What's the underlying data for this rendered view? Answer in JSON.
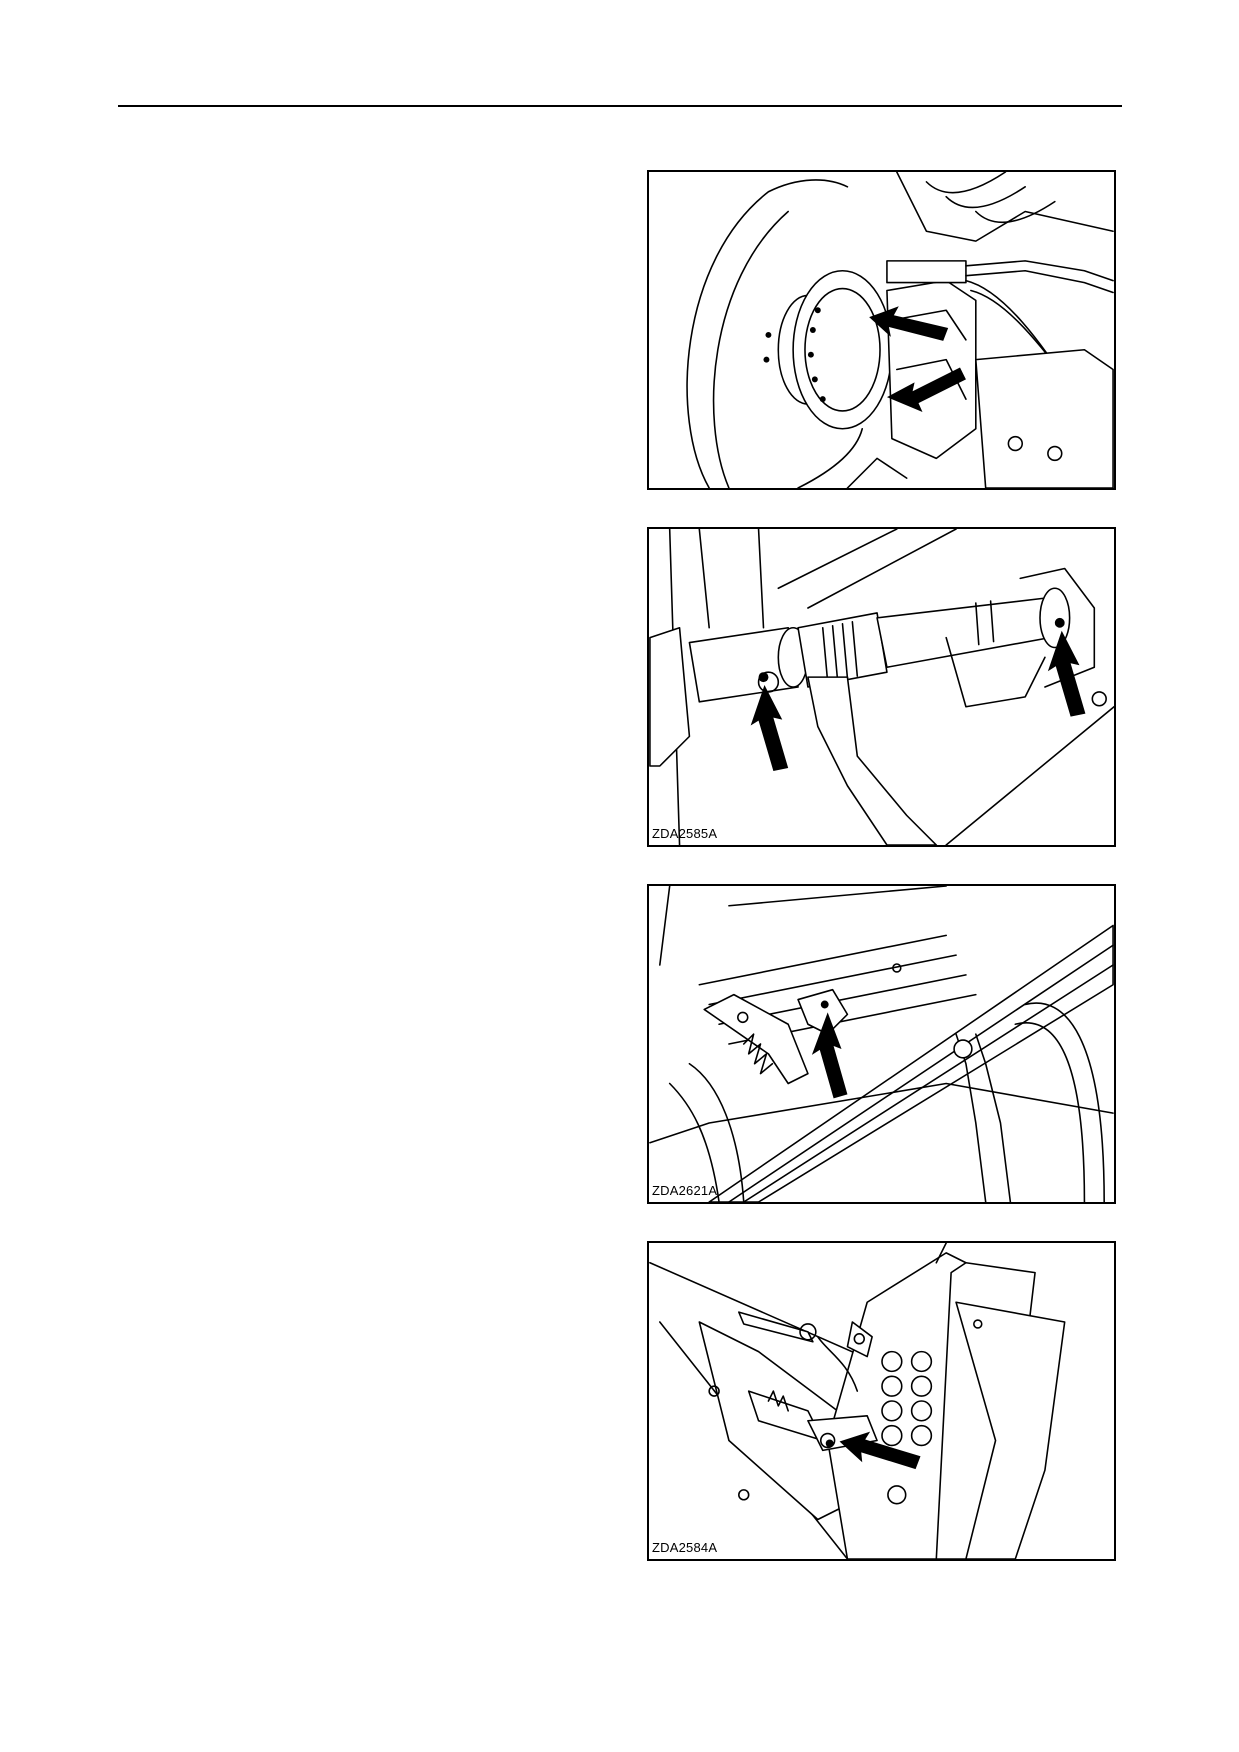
{
  "figures": [
    {
      "label": ""
    },
    {
      "label": "ZDA2585A"
    },
    {
      "label": "ZDA2621A"
    },
    {
      "label": "ZDA2584A"
    }
  ]
}
